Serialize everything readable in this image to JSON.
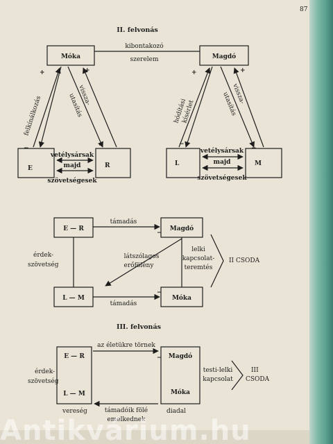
{
  "page_number": "87",
  "watermark": "Antikvárium.hu",
  "act2": {
    "title": "II. felvonás",
    "top_left": "Móka",
    "top_right": "Magdó",
    "connect_top": "kibontakozó",
    "connect_bottom": "szerelem",
    "left_diag_left": "felkínálkozás",
    "left_diag_right_1": "vissza-",
    "left_diag_right_2": "utasítás",
    "right_diag_left_1": "hódítási",
    "right_diag_left_2": "kísérlet",
    "right_diag_right_1": "vissza-",
    "right_diag_right_2": "utasítás",
    "box_e": "E",
    "box_r": "R",
    "box_l": "L",
    "box_m": "M",
    "rivalry": "vetélysársak",
    "then": "majd",
    "allies": "szövetségesek",
    "plus": "+",
    "minus": "−"
  },
  "middle": {
    "er": "E — R",
    "lm": "L — M",
    "magdo": "Magdó",
    "moka": "Móka",
    "attack": "támadás",
    "interest_1": "érdek-",
    "interest_2": "szövetség",
    "apparent_1": "látszólagos",
    "apparent_2": "erőfölény",
    "soul_1": "lelki",
    "soul_2": "kapcsolat-",
    "soul_3": "teremtés",
    "miracle": "II CSODA",
    "minus": "−"
  },
  "act3": {
    "title": "III. felvonás",
    "er": "E — R",
    "lm": "L — M",
    "magdo": "Magdó",
    "moka": "Móka",
    "life_attack": "az életükre törnek",
    "interest_1": "érdek-",
    "interest_2": "szövetség",
    "body_soul_1": "testi-lelki",
    "body_soul_2": "kapcsolat",
    "miracle_1": "III",
    "miracle_2": "CSODA",
    "defeat": "vereség",
    "victory": "diadal",
    "rise_1": "támadóik fölé",
    "rise_2": "emelkednek",
    "minus": "−"
  }
}
